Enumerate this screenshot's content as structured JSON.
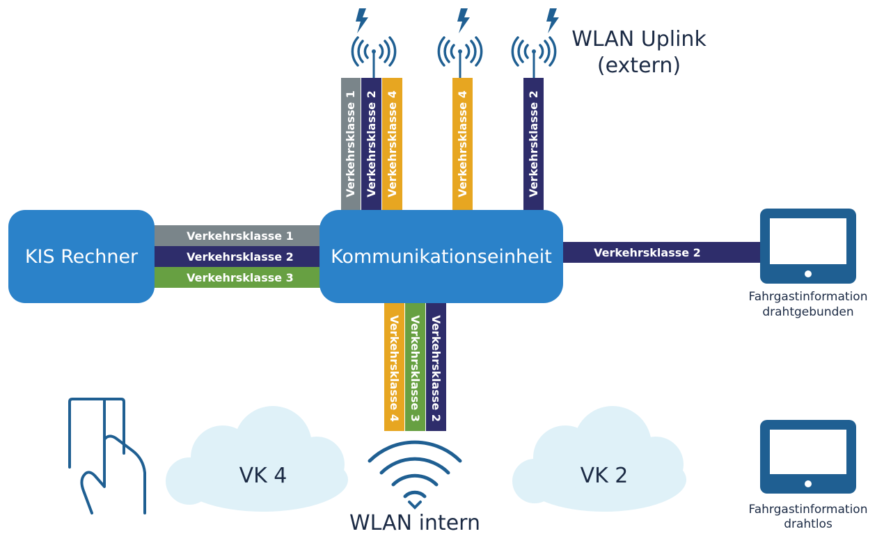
{
  "colors": {
    "box": "#2b82c9",
    "class1": "#7a858a",
    "class2": "#2e2d6b",
    "class3": "#67a042",
    "class4": "#e7a621",
    "icon": "#1f5f92",
    "cloud": "#dff1f8",
    "bolt": "#1f5f92"
  },
  "nodes": {
    "kis": "KIS Rechner",
    "comm": "Kommunikationseinheit"
  },
  "classes": {
    "vk1": "Verkehrsklasse 1",
    "vk2": "Verkehrsklasse 2",
    "vk3": "Verkehrsklasse 3",
    "vk4": "Verkehrsklasse 4"
  },
  "uplink": {
    "line1": "WLAN Uplink",
    "line2": "(extern)"
  },
  "wlan_intern": "WLAN intern",
  "clouds": {
    "left": "VK 4",
    "right": "VK 2"
  },
  "devices": {
    "wired_line1": "Fahrgastinformation",
    "wired_line2": "drahtgebunden",
    "wireless_line1": "Fahrgastinformation",
    "wireless_line2": "drahtlos"
  },
  "icons": [
    "antenna-icon",
    "lightning-icon",
    "wifi-icon",
    "tablet-icon",
    "hand-card-icon",
    "cloud-icon"
  ]
}
